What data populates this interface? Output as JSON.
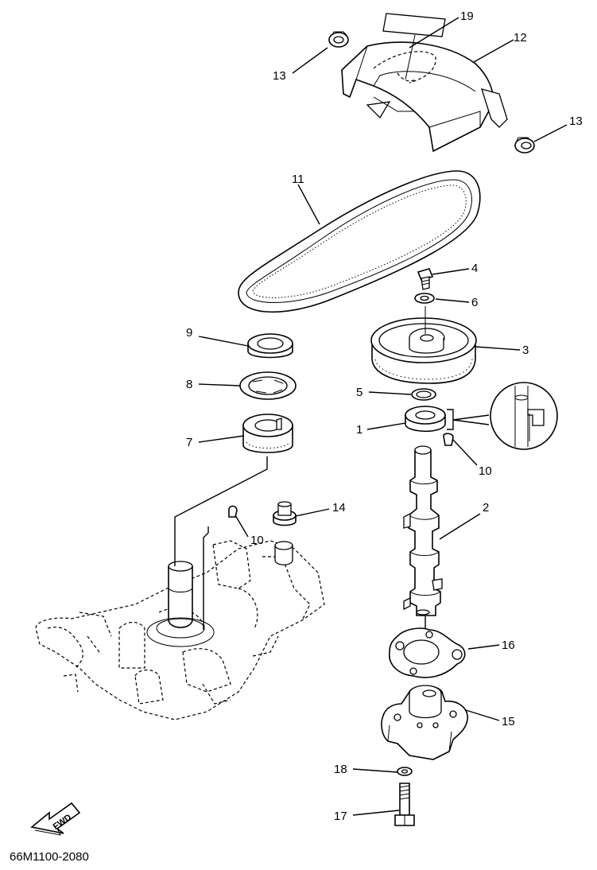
{
  "diagram": {
    "figure_code": "66M1100-2080",
    "direction_arrow": "FWD",
    "callouts": [
      "1",
      "2",
      "3",
      "4",
      "5",
      "6",
      "7",
      "8",
      "9",
      "10",
      "10",
      "11",
      "12",
      "13",
      "13",
      "14",
      "15",
      "16",
      "17",
      "18",
      "19"
    ]
  }
}
